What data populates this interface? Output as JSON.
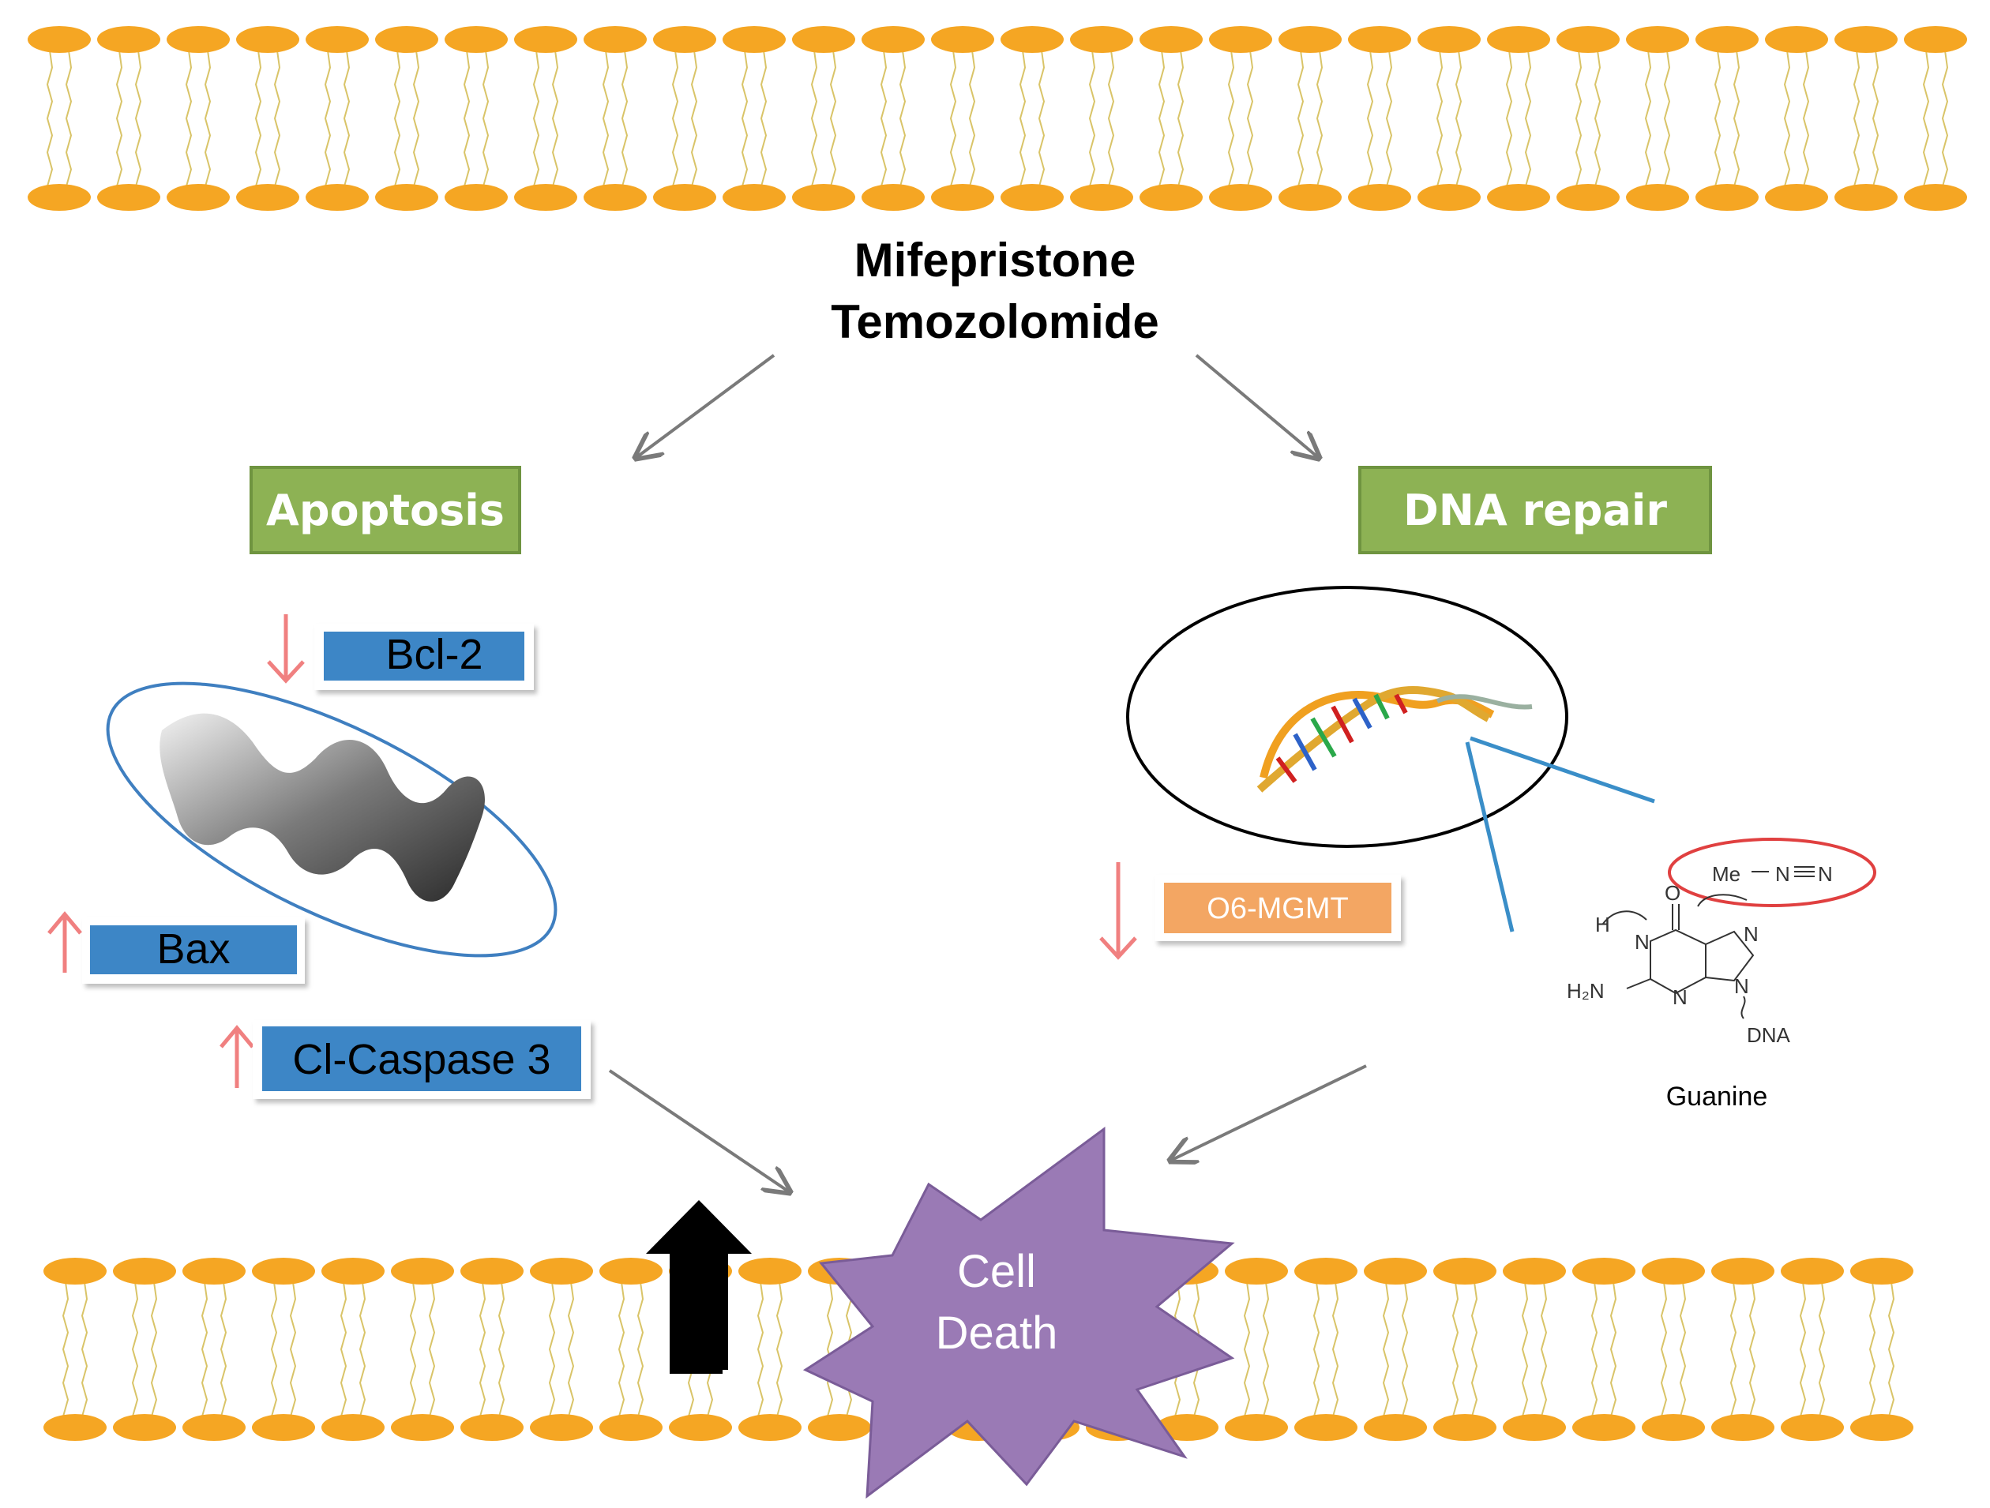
{
  "drugs": {
    "line1": "Mifepristone",
    "line2": "Temozolomide"
  },
  "pathways": {
    "apoptosis": "Apoptosis",
    "dna_repair": "DNA repair"
  },
  "markers": {
    "bcl2": "Bcl-2",
    "bax": "Bax",
    "caspase": "Cl-Caspase 3",
    "mgmt": "O6-MGMT"
  },
  "outcome": {
    "line1": "Cell",
    "line2": "Death"
  },
  "chemistry": {
    "me": "Me",
    "n_a": "N",
    "n_b": "N",
    "o": "O",
    "h": "H",
    "n1": "N",
    "n3": "N",
    "n7": "N",
    "n9": "N",
    "h2n": "H₂N",
    "dna": "DNA",
    "name": "Guanine"
  },
  "colors": {
    "membrane_head": "#F5A623",
    "membrane_tail": "#D9C468",
    "green_box": "#8DB254",
    "blue_box": "#3C86C6",
    "orange_box": "#F3A663",
    "star": "#9A7AB5",
    "down_arrow": "#F08080"
  },
  "icons": [
    "mitochondrion-icon",
    "dna-helix-icon",
    "up-arrow-icon",
    "down-arrow-icon",
    "cell-death-star-icon"
  ]
}
